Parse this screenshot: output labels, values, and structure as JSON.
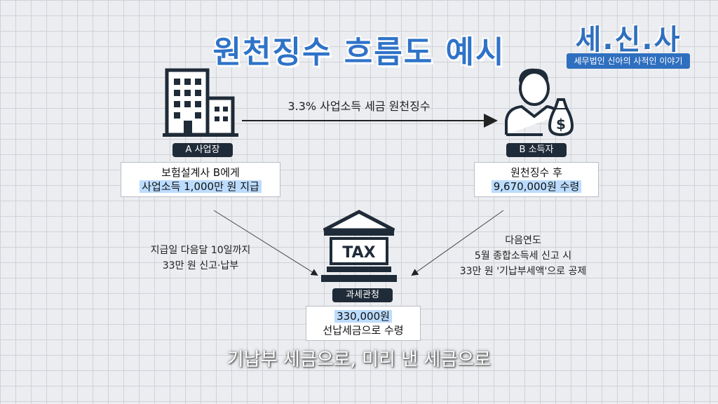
{
  "title": "원천징수 흐름도 예시",
  "logo": {
    "main": "세.신.사",
    "sub": "세무법인 신아의 사적인 이야기"
  },
  "arrow_top_label": "3.3% 사업소득 세금 원천징수",
  "business": {
    "pill": "A 사업장",
    "line1": "보험설계사 B에게",
    "line2": "사업소득 1,000만 원 지급"
  },
  "earner": {
    "pill": "B 소득자",
    "line1": "원천징수 후",
    "line2": "9,670,000원 수령"
  },
  "tax_office": {
    "sign": "TAX",
    "pill": "과세관청",
    "line1": "330,000원",
    "line2": "선납세금으로 수령"
  },
  "left_note": {
    "line1": "지급일 다음달 10일까지",
    "line2": "33만 원 신고·납부"
  },
  "right_note": {
    "line1": "다음연도",
    "line2": "5월 종합소득세 신고 시",
    "line3": "33만 원 '기납부세액'으로 공제"
  },
  "subtitle": "기납부 세금으로, 미리 낸 세금으로",
  "colors": {
    "title": "#2f73c8",
    "pill_bg": "#1f2b38",
    "highlight": "#bcdcff",
    "icon": "#1f2b38"
  }
}
